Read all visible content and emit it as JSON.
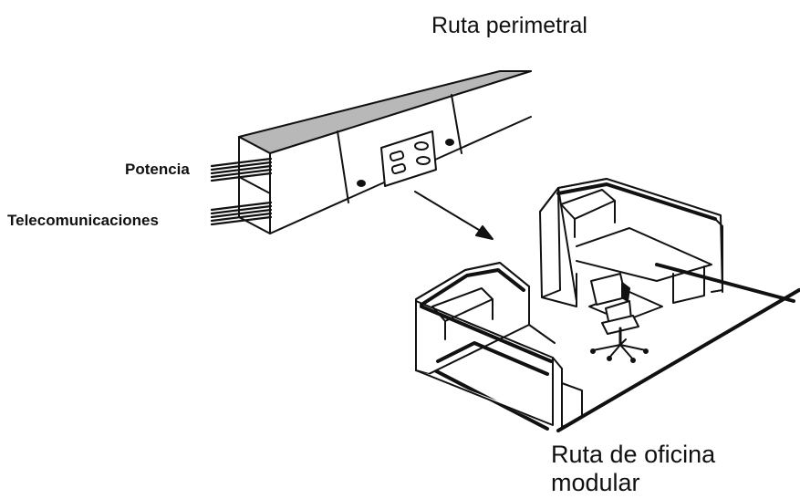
{
  "labels": {
    "perimeter_route": "Ruta perimetral",
    "power": "Potencia",
    "telecom": "Telecomunicaciones",
    "modular_office_route_line1": "Ruta de oficina",
    "modular_office_route_line2": "modular"
  },
  "colors": {
    "ink": "#111111",
    "duct_top": "#b8b8b8",
    "background": "#ffffff"
  },
  "icons": {
    "arrow": "arrow-down-right-icon",
    "chair": "office-chair-icon",
    "monitor": "monitor-icon"
  }
}
